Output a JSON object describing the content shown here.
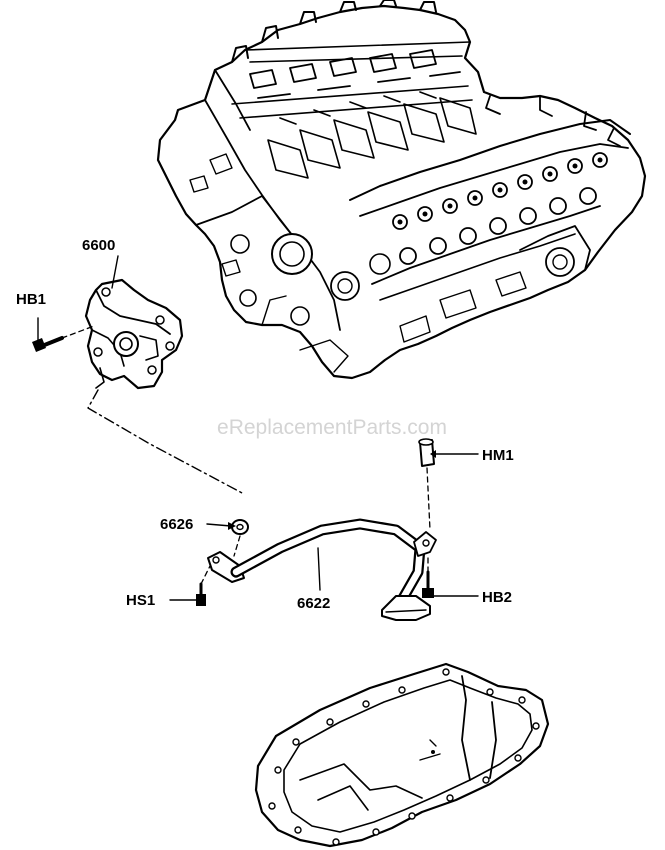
{
  "watermark": "eReplacementParts.com",
  "labels": {
    "oil_pump": "6600",
    "bolt_hb1": "HB1",
    "gasket": "6626",
    "stud_hs1": "HS1",
    "pickup_tube": "6622",
    "nut_hm1": "HM1",
    "bolt_hb2": "HB2"
  }
}
